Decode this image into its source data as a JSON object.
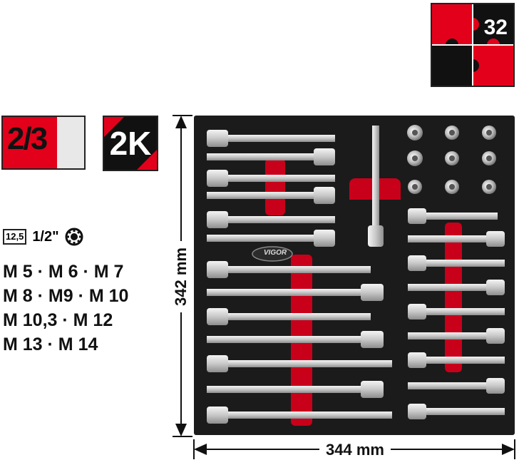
{
  "badges": {
    "fill_level": "2/3",
    "fill_fraction": 0.6667,
    "component_label": "2K",
    "piece_count": "32"
  },
  "specs": {
    "drive_box": "12,5",
    "drive_size": "1/2\"",
    "profile_icon": "torx-spline-icon",
    "sizes": [
      "M 5 · M 6 · M 7",
      "M 8 · M9 · M 10",
      "M 10,3 · M 12",
      "M 13 · M 14"
    ]
  },
  "tray": {
    "brand": "VIGOR"
  },
  "dimensions": {
    "height_label": "342 mm",
    "width_label": "344 mm"
  },
  "colors": {
    "brand_red": "#e3001b",
    "foam_black": "#1b1b1b",
    "chrome": "#d9d9d9"
  }
}
